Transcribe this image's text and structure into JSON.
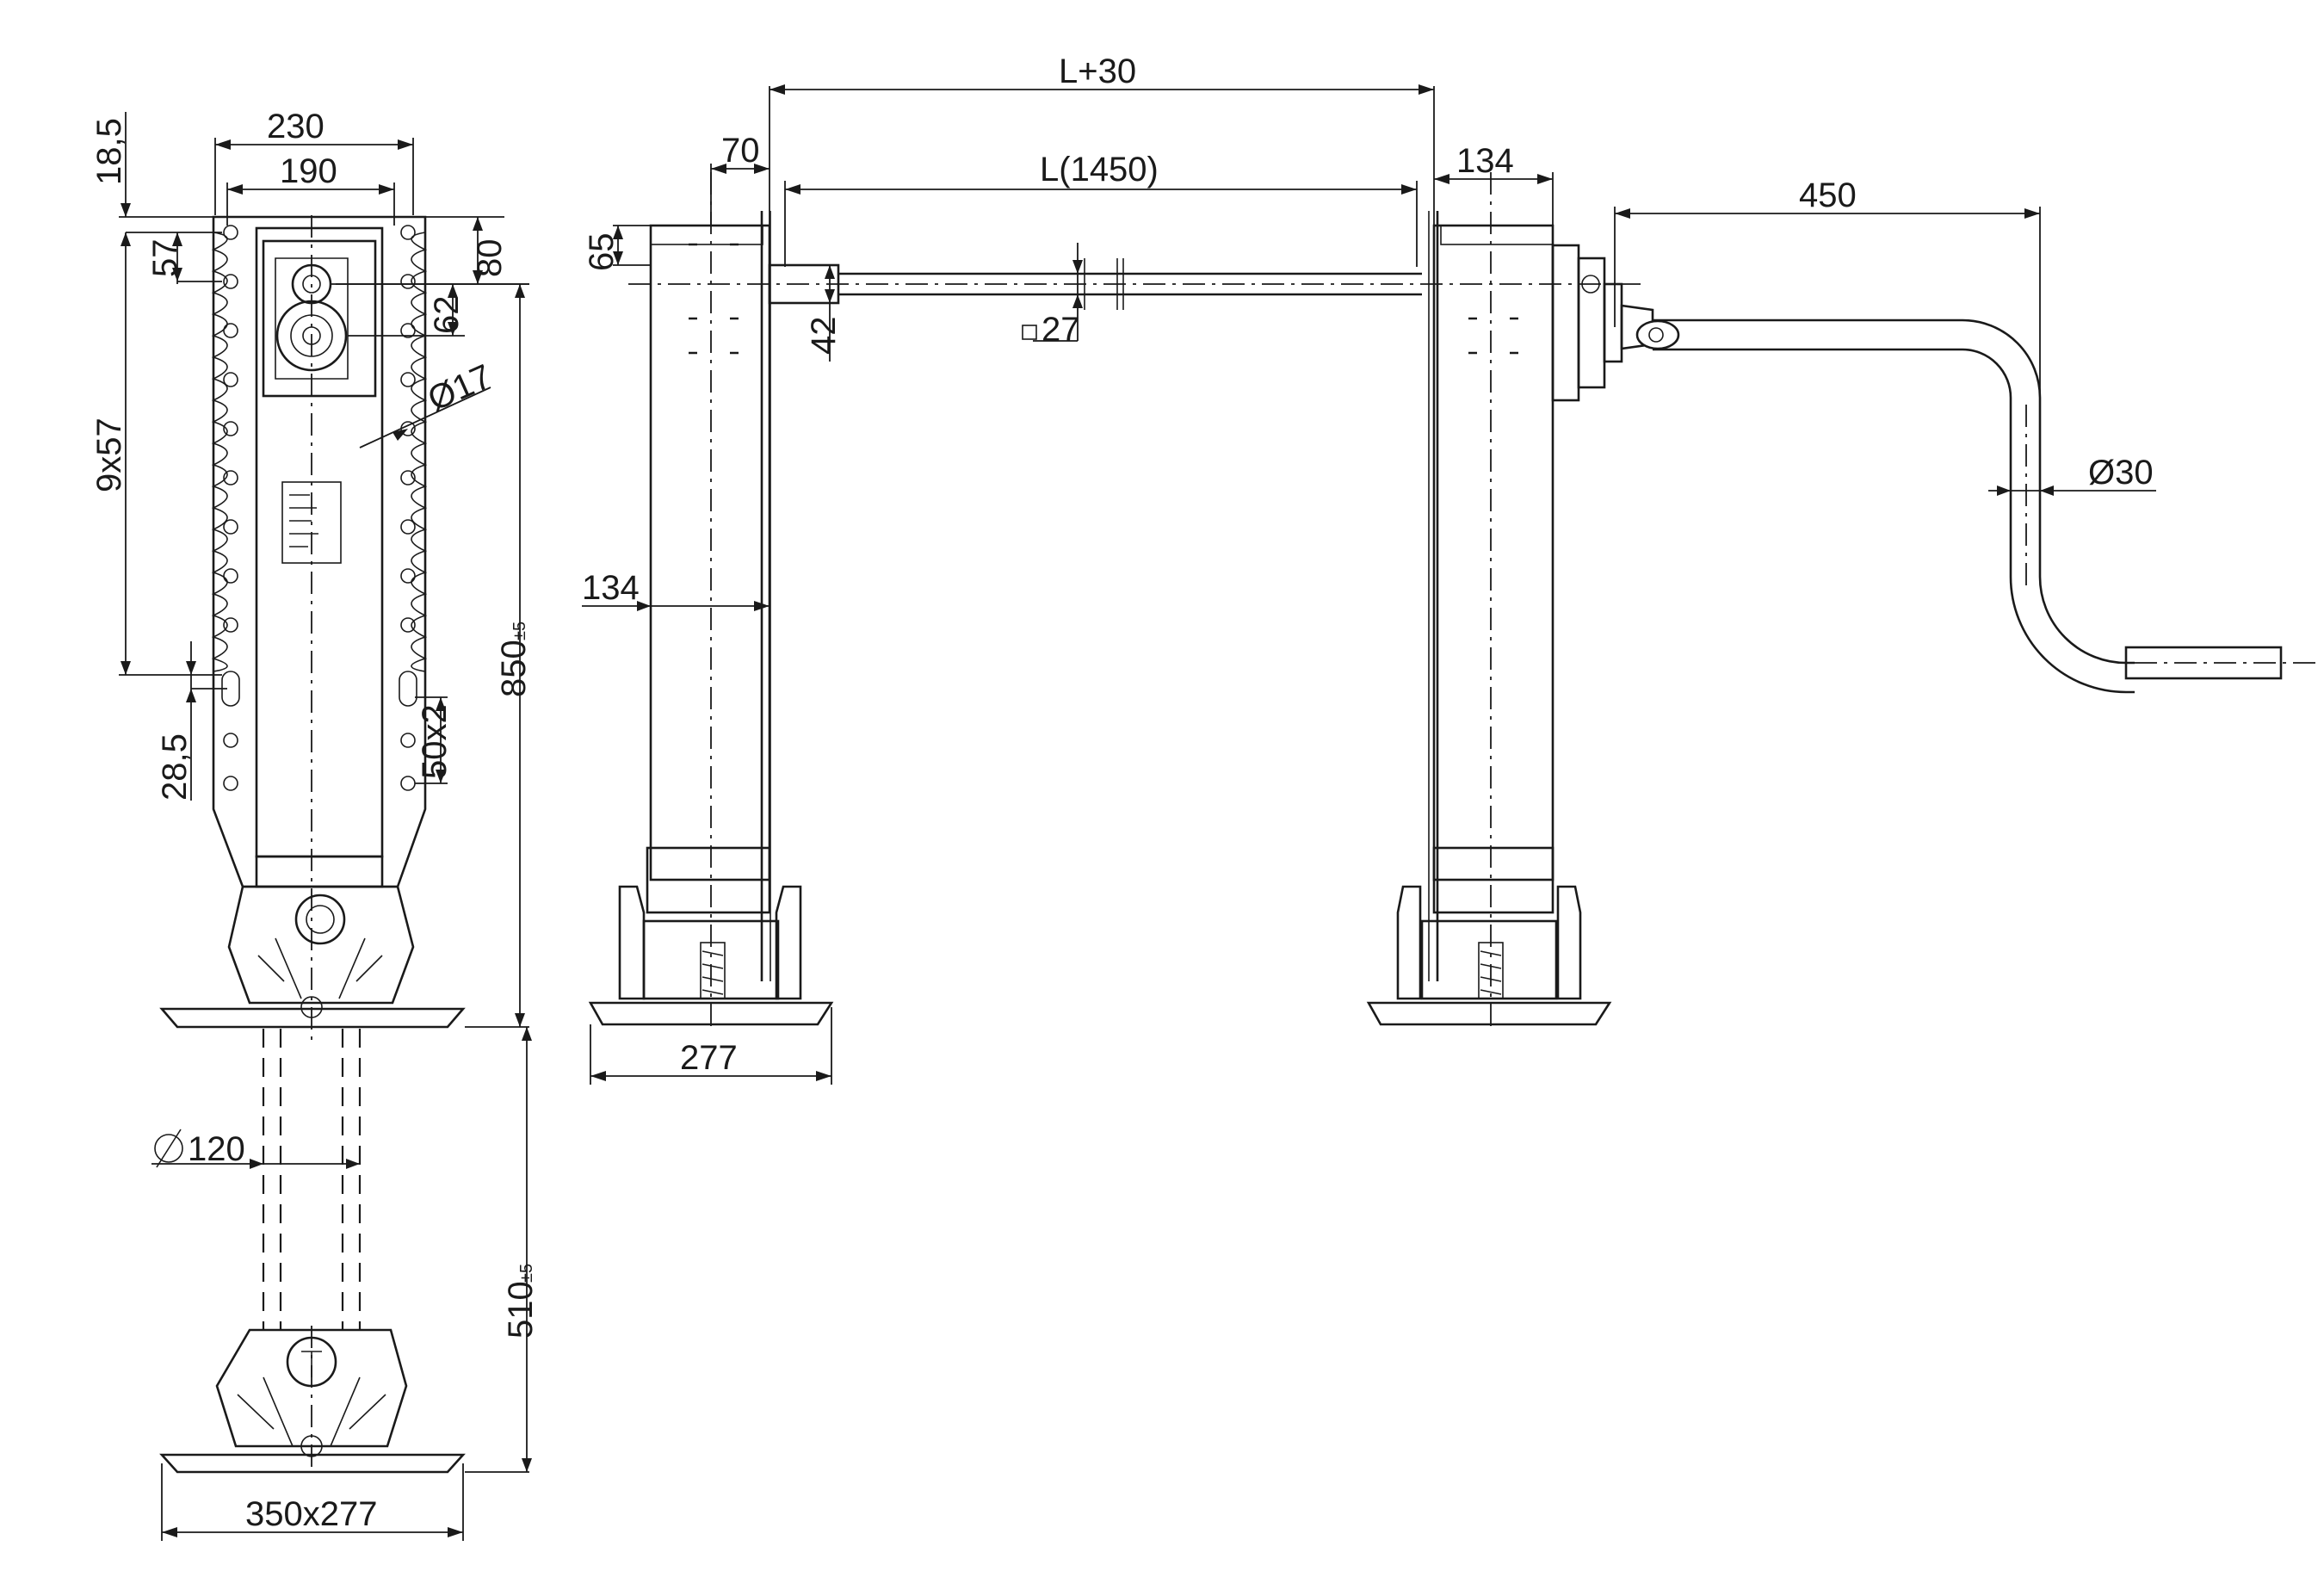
{
  "dimensions": {
    "front_height_total": "850",
    "front_height_tol": "±5",
    "foot_travel": "510",
    "foot_travel_tol": "±5",
    "plate_width_outer": "230",
    "plate_width_inner": "190",
    "top_offset": "18,5",
    "first_hole_offset": "57",
    "top_to_axis": "80",
    "axis_spacing": "62",
    "hole_diameter": "Ø17",
    "hole_pattern": "9x57",
    "lower_hole_offset": "28,5",
    "slot_pattern": "50x2",
    "leg_diameter": "120",
    "foot_plate": "350x277",
    "shaft_span": "L+30",
    "shaft_length": "L(1450)",
    "left_offset": "70",
    "right_width": "134",
    "crank_length": "450",
    "crank_diameter": "Ø30",
    "top_block": "65",
    "shaft_height": "42",
    "shaft_square": "27",
    "leg_width": "134",
    "base_width": "277"
  }
}
